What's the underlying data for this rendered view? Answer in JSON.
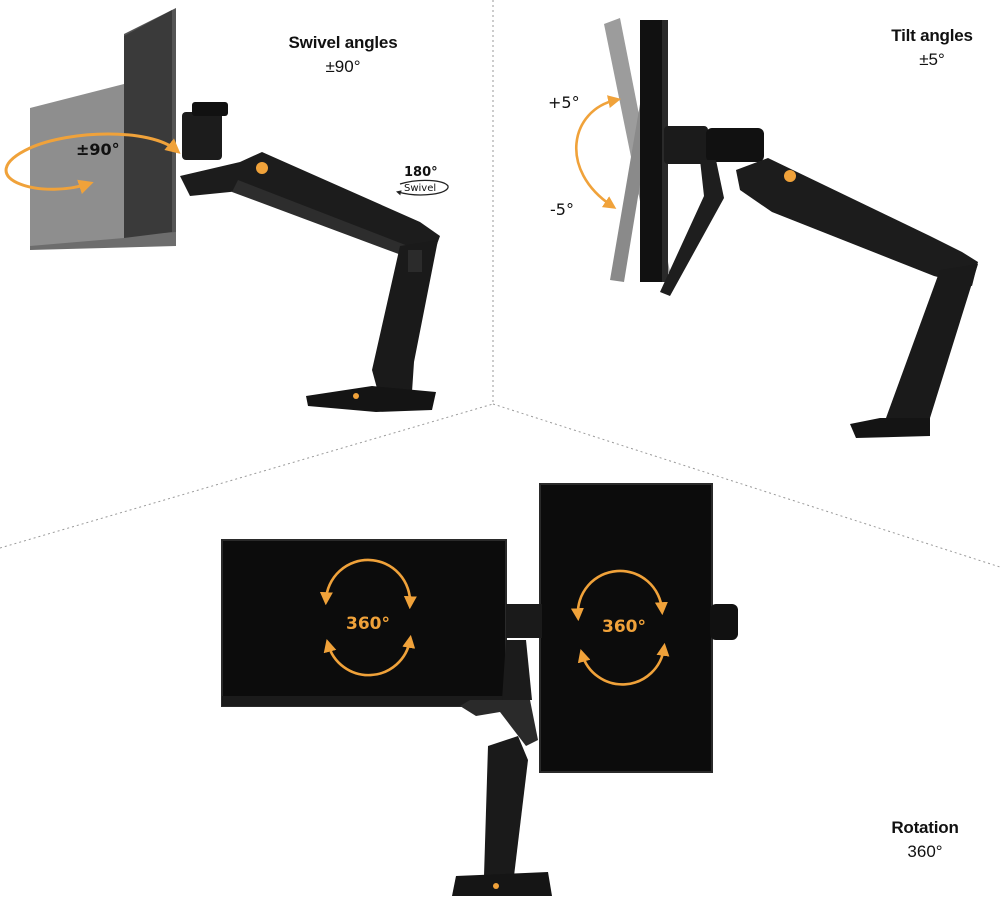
{
  "panels": {
    "swivel": {
      "title": "Swivel angles",
      "value": "±90°",
      "arrow_label": "±90°",
      "base_swivel_degree": "180°",
      "base_swivel_word": "Swivel"
    },
    "tilt": {
      "title": "Tilt angles",
      "value": "±5°",
      "plus_label": "+5°",
      "minus_label": "-5°"
    },
    "rotation": {
      "title": "Rotation",
      "value": "360°",
      "left_screen_label": "360°",
      "right_screen_label": "360°"
    }
  },
  "colors": {
    "accent": "#f0a23a",
    "mount": "#1c1c1c",
    "screen": "#0e0e0e",
    "divider": "#9a9a9a"
  }
}
